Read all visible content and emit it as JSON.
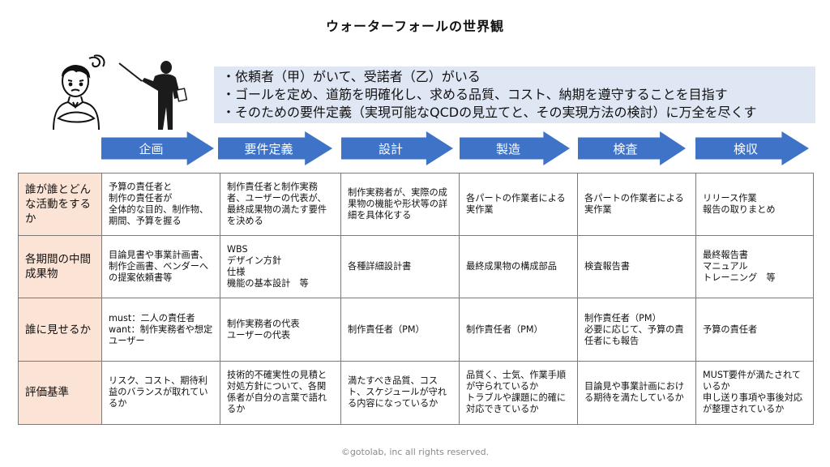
{
  "title": "ウォーターフォールの世界観",
  "bullets": [
    "・依頼者（甲）がいて、受諾者（乙）がいる",
    "・ゴールを定め、道筋を明確化し、求める品質、コスト、納期を遵守することを目指す",
    "・そのための要件定義（実現可能なQCDの見立てと、その実現方法の検討）に万全を尽くす"
  ],
  "phases": [
    "企画",
    "要件定義",
    "設計",
    "製造",
    "検査",
    "検収"
  ],
  "rows": [
    {
      "header": "誰が誰とどんな活動をするか",
      "cells": [
        "予算の責任者と\n制作の責任者が\n全体的な目的、制作物、期間、予算を握る",
        "制作責任者と制作実務者、ユーザーの代表が、最終成果物の満たす要件を決める",
        "制作実務者が、実際の成果物の機能や形状等の詳細を具体化する",
        "各パートの作業者による実作業",
        "各パートの作業者による実作業",
        "リリース作業\n報告の取りまとめ"
      ]
    },
    {
      "header": "各期間の中間成果物",
      "cells": [
        "目論見書や事業計画書、制作企画書、ベンダーへの提案依頼書等",
        "WBS\nデザイン方針\n仕様\n機能の基本設計　等",
        "各種詳細設計書",
        "最終成果物の構成部品",
        "検査報告書",
        "最終報告書\nマニュアル\nトレーニング　等"
      ]
    },
    {
      "header": "誰に見せるか",
      "cells": [
        "must：二人の責任者\nwant：制作実務者や想定ユーザー",
        "制作実務者の代表\nユーザーの代表",
        "制作責任者（PM）",
        "制作責任者（PM）",
        "制作責任者（PM）\n必要に応じて、予算の責任者にも報告",
        "予算の責任者"
      ]
    },
    {
      "header": "評価基準",
      "cells": [
        "リスク、コスト、期待利益のバランスが取れているか",
        "技術的不確実性の見積と対処方針について、各関係者が自分の言葉で語れるか",
        "満たすべき品質、コスト、スケジュールが守れる内容になっているか",
        "品質く、士気、作業手順が守られているか\nトラブルや課題に的確に対応できているか",
        "目論見や事業計画における期待を満たしているか",
        "MUST要件が満たされているか\n申し送り事項や事後対応が整理されているか"
      ]
    }
  ],
  "footer": "©gotolab, inc  all rights reserved."
}
